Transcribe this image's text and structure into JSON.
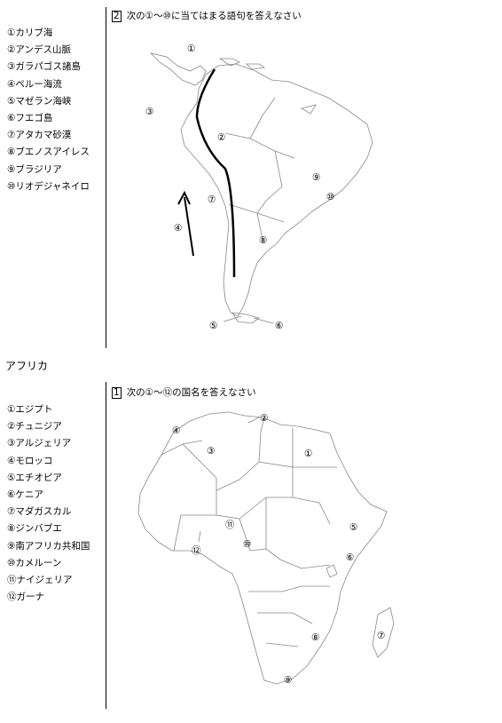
{
  "south_america": {
    "question_number": "2",
    "question_text": "次の①～⑩に当てはまる語句を答えなさい",
    "answers": [
      "①カリブ海",
      "②アンデス山脈",
      "③ガラパゴス諸島",
      "④ペルー海流",
      "⑤マゼラン海峡",
      "⑥フエゴ島",
      "⑦アタカマ砂漠",
      "⑧ブエノスアイレス",
      "⑨ブラジリア",
      "⑩リオデジャネイロ"
    ],
    "markers": [
      "①",
      "②",
      "③",
      "④",
      "⑤",
      "⑥",
      "⑦",
      "⑧",
      "⑨",
      "⑩"
    ]
  },
  "section_label": "アフリカ",
  "africa": {
    "question_number": "1",
    "question_text": "次の①～⑫の国名を答えなさい",
    "answers": [
      "①エジプト",
      "②チュニジア",
      "③アルジェリア",
      "④モロッコ",
      "⑤エチオピア",
      "⑥ケニア",
      "⑦マダガスカル",
      "⑧ジンバブエ",
      "⑨南アフリカ共和国",
      "⑩カメルーン",
      "⑪ナイジェリア",
      "⑫ガーナ"
    ],
    "markers": [
      "①",
      "②",
      "③",
      "④",
      "⑤",
      "⑥",
      "⑦",
      "⑧",
      "⑨",
      "⑩",
      "⑪",
      "⑫"
    ]
  }
}
